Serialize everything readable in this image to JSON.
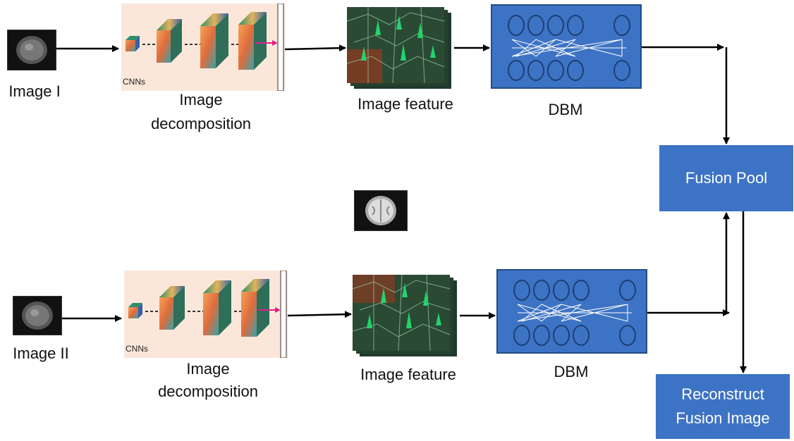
{
  "branch_top": {
    "image_label": "Image I",
    "cnn_label": "CNNs",
    "decomposition_line1": "Image",
    "decomposition_line2": "decomposition",
    "feature_label": "Image  feature",
    "dbm_label": "DBM"
  },
  "branch_bottom": {
    "image_label": "Image II",
    "cnn_label": "CNNs",
    "decomposition_line1": "Image",
    "decomposition_line2": "decomposition",
    "feature_label": "Image  feature",
    "dbm_label": "DBM"
  },
  "fusion_pool": "Fusion  Pool",
  "reconstruct_line1": "Reconstruct",
  "reconstruct_line2": "Fusion Image",
  "colors": {
    "box_blue": "#3d73c4",
    "cnn_background": "#fbe7da",
    "arrow": "#000000",
    "cnn_arrow": "#e0208c"
  }
}
